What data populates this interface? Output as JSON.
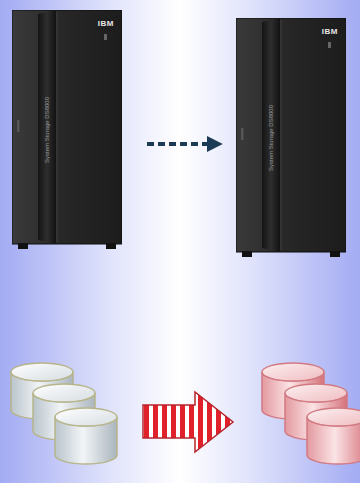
{
  "diagram": {
    "nodes": [
      {
        "text": [
          "IBM",
          "System Storage DS8000"
        ]
      },
      {
        "text": [
          "IBM",
          "System Storage DS8000"
        ]
      }
    ],
    "edges": [
      {
        "from": 0,
        "to": 1,
        "arrow": "to"
      }
    ]
  }
}
